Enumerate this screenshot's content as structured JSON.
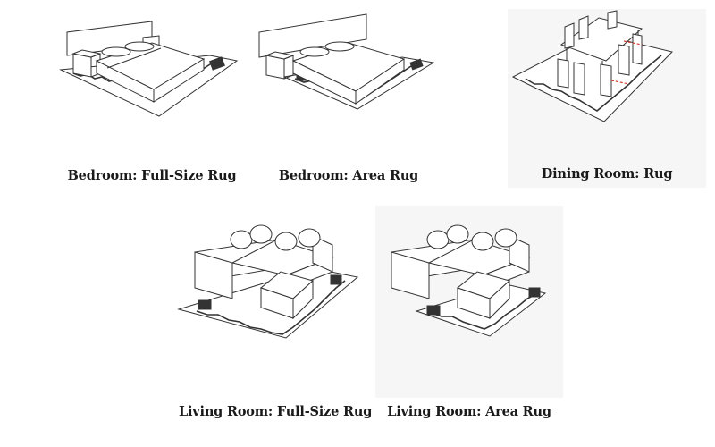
{
  "panels": [
    {
      "caption": "Bedroom: Full-Size Rug"
    },
    {
      "caption": "Bedroom: Area Rug"
    },
    {
      "caption": "Dining Room: Rug"
    },
    {
      "caption": "Living Room: Full-Size Rug"
    },
    {
      "caption": "Living Room: Area Rug"
    }
  ],
  "colors": {
    "line": "#333333",
    "accent": "#d13a2a",
    "rug_fill": "#ffffff",
    "shade": "#f6f6f6"
  }
}
